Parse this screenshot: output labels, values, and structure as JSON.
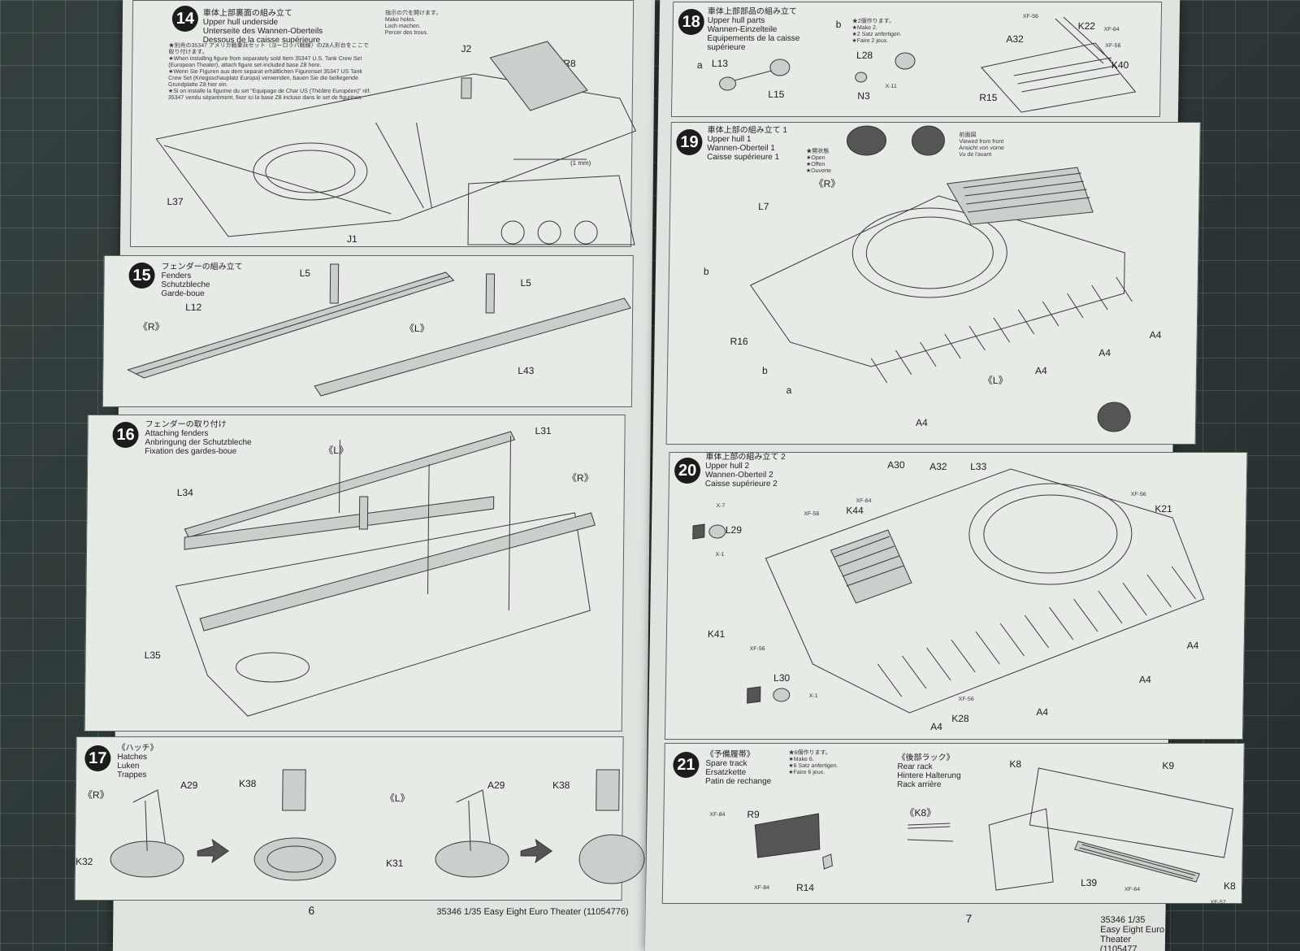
{
  "left_page": {
    "page_number": "6",
    "footer": "35346  1/35 Easy Eight Euro Theater (11054776)",
    "step14": {
      "number": "14",
      "title": "車体上部裏面の組み立て\nUpper hull underside\nUnterseite des Wannen-Oberteils\nDessous de la caisse supérieure",
      "holes_note": "指示の穴を開けます。\nMake holes.\nLoch machen.\nPercer des trous.",
      "drill_size": "(1 mm)",
      "note": "★別売の35347 アメリカ戦車兵セット（ヨーロッパ戦線）のZ8人形台をここで取り付けます。\n★When installing figure from separately sold Item 35347 U.S. Tank Crew Set (European Theater), attach figure set-included base Z8 here.\n★Wenn Sie Figuren aus dem separat erhältlichen Figurenset 35347 US Tank Crew Set (Kriegsschauplatz Europa) verwenden, bauen Sie die beiliegende Grundplatte Z8 hier ein.\n★Si on installe la figurine du set \"Equipage de Char US (Théâtre Européen)\" réf. 35347 vendu séparément, fixer ici la base Z8 incluse dans le set de figurines.",
      "parts": [
        "J2",
        "R8",
        "L37",
        "J1"
      ]
    },
    "step15": {
      "number": "15",
      "title": "フェンダーの組み立て\nFenders\nSchutzbleche\nGarde-boue",
      "parts": [
        "L5",
        "L5",
        "L12",
        "L43"
      ],
      "sides": [
        "《R》",
        "《L》"
      ]
    },
    "step16": {
      "number": "16",
      "title": "フェンダーの取り付け\nAttaching fenders\nAnbringung der Schutzbleche\nFixation des gardes-boue",
      "parts": [
        "L31",
        "L34",
        "L35"
      ],
      "sides": [
        "《L》",
        "《R》"
      ]
    },
    "step17": {
      "number": "17",
      "title": "《ハッチ》\nHatches\nLuken\nTrappes",
      "parts": [
        "A29",
        "K38",
        "K32",
        "A29",
        "K38",
        "K31"
      ],
      "sides": [
        "《R》",
        "《L》"
      ]
    }
  },
  "right_page": {
    "page_number": "7",
    "footer": "35346  1/35 Easy Eight Euro Theater (1105477",
    "step18": {
      "number": "18",
      "title": "車体上部部品の組み立て\nUpper hull parts\nWannen-Einzelteile\nEquipements de la caisse\nsupérieure",
      "make_note": "★2個作ります。\n★Make 2.\n★2 Satz anfertigen.\n★Faire 2 jeux.",
      "markers": [
        "a",
        "b"
      ],
      "parts": [
        "L13",
        "L15",
        "L28",
        "N3",
        "X-11",
        "A32",
        "K22",
        "K40",
        "R15"
      ],
      "paints": [
        "XF-56",
        "XF-64",
        "XF-56"
      ]
    },
    "step19": {
      "number": "19",
      "title": "車体上部の組み立て 1\nUpper hull 1\nWannen-Oberteil 1\nCaisse supérieure 1",
      "open_note": "★開状態\n★Open\n★Offen\n★Ouverte",
      "front_note": "前面図\nViewed from front\nAnsicht von vorne\nVu de l'avant",
      "sides": [
        "《R》",
        "《L》"
      ],
      "parts": [
        "L7",
        "R16",
        "A4",
        "A4",
        "A4",
        "A4"
      ],
      "markers": [
        "b",
        "b",
        "a"
      ]
    },
    "step20": {
      "number": "20",
      "title": "車体上部の組み立て 2\nUpper hull 2\nWannen-Oberteil 2\nCaisse supérieure 2",
      "parts": [
        "A30",
        "A32",
        "L33",
        "K44",
        "L29",
        "K21",
        "K41",
        "L30",
        "K28",
        "A4",
        "A4",
        "A4",
        "A4"
      ],
      "paints": [
        "XF-64",
        "XF-56",
        "X-7",
        "X-1",
        "XF-56",
        "XF-56",
        "X-1",
        "XF-56"
      ]
    },
    "step21": {
      "number": "21",
      "title": "《予備履帯》\nSpare track\nErsatzkette\nPatin de rechange",
      "make_note": "★6個作ります。\n★Make 6.\n★6 Satz anfertigen.\n★Faire 6 jeux.",
      "rack_title": "《後部ラック》\nRear rack\nHintere Halterung\nRack arrière",
      "sub": "《K8》",
      "parts": [
        "R9",
        "R14",
        "K8",
        "K9",
        "L39",
        "K8"
      ],
      "paints": [
        "XF-84",
        "XF-84",
        "XF-64",
        "XF-57"
      ]
    }
  }
}
